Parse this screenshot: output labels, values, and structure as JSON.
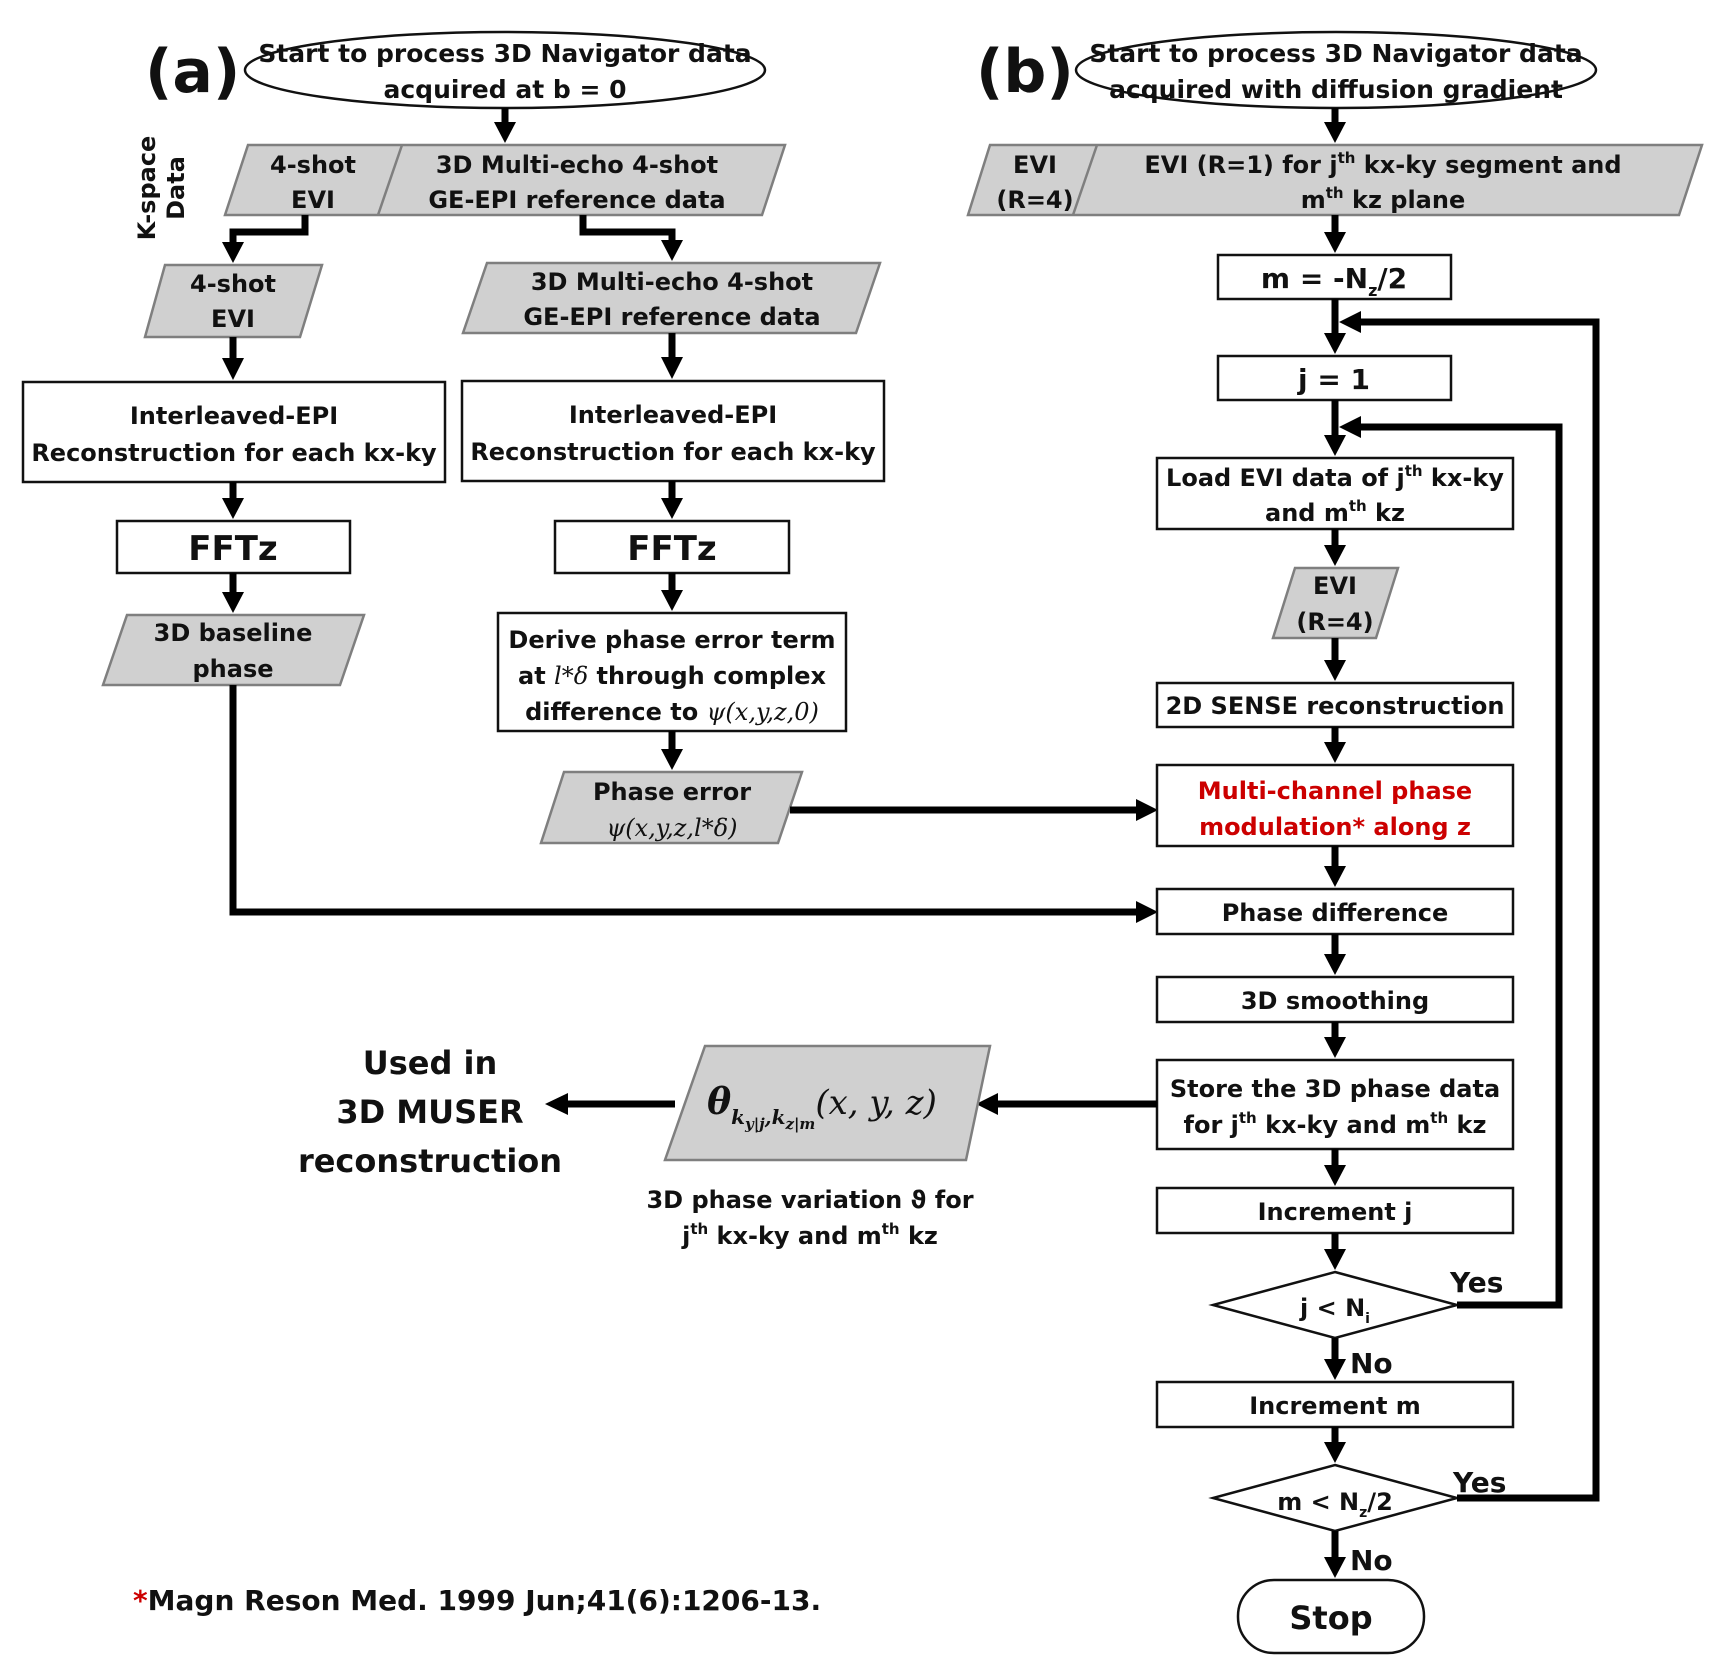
{
  "colors": {
    "io_fill": "#d0d0d0",
    "highlight_text": "#cc0000",
    "footnote_star": "#cc0000"
  },
  "panel_a": {
    "label": "(a)",
    "side_label": [
      "K-space",
      "Data"
    ],
    "start": [
      "Start to process 3D Navigator data",
      "acquired at b = 0"
    ],
    "kspace_left": [
      "4-shot",
      "EVI"
    ],
    "kspace_right": [
      "3D Multi-echo 4-shot",
      "GE-EPI reference data"
    ],
    "left_data": [
      "4-shot",
      "EVI"
    ],
    "right_data": [
      "3D Multi-echo 4-shot",
      "GE-EPI reference data"
    ],
    "left_recon": [
      "Interleaved-EPI",
      "Reconstruction for each kx-ky"
    ],
    "right_recon": [
      "Interleaved-EPI",
      "Reconstruction for each kx-ky"
    ],
    "left_fft": "FFTz",
    "right_fft": "FFTz",
    "baseline": [
      "3D baseline",
      "phase"
    ],
    "derive": {
      "line1": "Derive phase error term",
      "line2_pre": "at ",
      "line2_math": "l*δ",
      "line2_post": " through complex",
      "line3_pre": "difference to ",
      "line3_math": "ψ(x,y,z,0)"
    },
    "phase_error": {
      "line1": "Phase error",
      "line2_math": "ψ(x,y,z,l*δ)"
    }
  },
  "panel_b": {
    "label": "(b)",
    "start": [
      "Start to process 3D Navigator data",
      "acquired with diffusion gradient"
    ],
    "evi_left": [
      "EVI",
      "(R=4)"
    ],
    "evi_right": {
      "line1_pre": "EVI (R=1) for j",
      "sup": "th",
      "line1_post": " kx-ky segment and",
      "line2_pre": "m",
      "line2_post": " kz plane"
    },
    "init_m": {
      "pre": "m = -N",
      "sub": "z",
      "post": "/2"
    },
    "init_j": "j = 1",
    "load": {
      "line1_pre": "Load EVI data of j",
      "sup": "th",
      "line1_post": " kx-ky",
      "line2_pre": "and m",
      "line2_post": " kz"
    },
    "evi_r4": [
      "EVI",
      "(R=4)"
    ],
    "sense": "2D SENSE reconstruction",
    "modulation": [
      "Multi-channel phase",
      "modulation* along z"
    ],
    "phase_diff": "Phase difference",
    "smoothing": "3D smoothing",
    "store": {
      "line1": "Store the 3D phase data",
      "line2_pre": "for j",
      "sup": "th",
      "line2_mid": " kx-ky and m",
      "line2_post": " kz"
    },
    "inc_j": "Increment j",
    "cond_j": {
      "pre": "j < N",
      "sub": "i"
    },
    "inc_m": "Increment m",
    "cond_m": {
      "pre": "m < N",
      "sub": "z",
      "post": "/2"
    },
    "yes": "Yes",
    "no": "No",
    "stop": "Stop"
  },
  "output": {
    "theta": {
      "symbol": "θ",
      "sub": "k",
      "sub1": "y|j",
      "sub_sep": ",k",
      "sub2": "z|m",
      "args": "(x, y, z)"
    },
    "caption": {
      "line1": "3D phase variation ϑ for",
      "line2_pre": "j",
      "sup": "th",
      "line2_mid": " kx-ky and m",
      "line2_post": " kz"
    },
    "used_in": [
      "Used in",
      "3D MUSER",
      "reconstruction"
    ]
  },
  "footnote": {
    "star": "*",
    "text": "Magn Reson Med. 1999 Jun;41(6):1206-13."
  }
}
